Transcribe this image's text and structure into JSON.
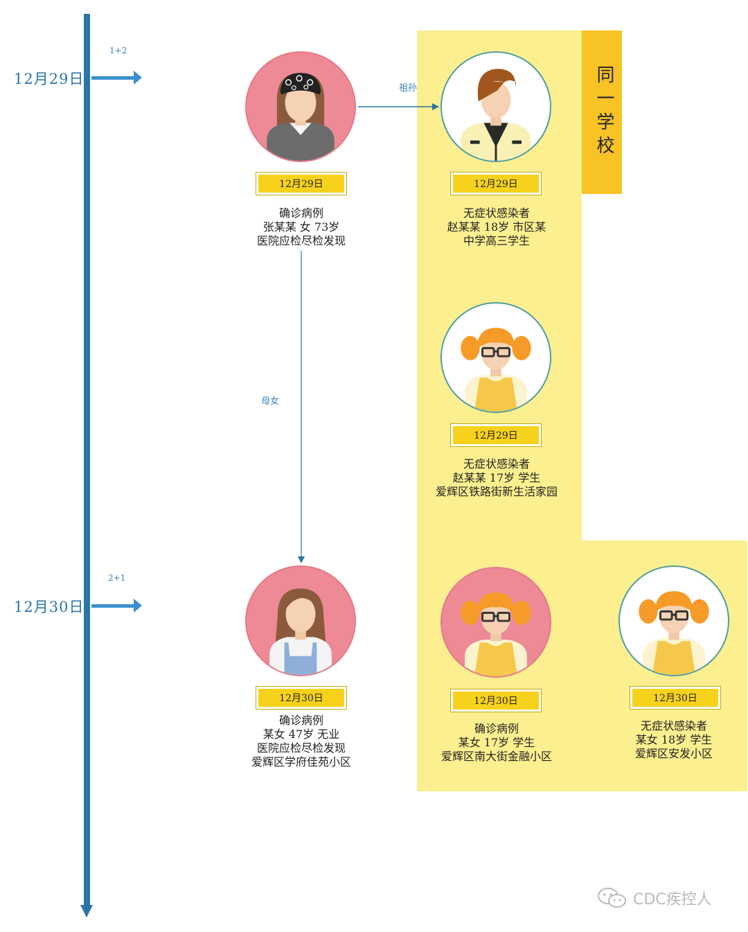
{
  "timeline": {
    "dates": [
      "12月29日",
      "12月30日"
    ],
    "ratios": [
      "1+2",
      "2+1"
    ]
  },
  "region": {
    "label": "同一学校"
  },
  "connections": {
    "grandparent_grandchild": "祖孙",
    "mother_daughter": "母女"
  },
  "people": [
    {
      "date": "12月29日",
      "lines": [
        "确诊病例",
        "张某某  女  73岁",
        "医院应检尽检发现"
      ],
      "avatar": "elderly-woman-headscarf-icon"
    },
    {
      "date": "12月29日",
      "lines": [
        "无症状感染者",
        "赵某某  18岁  市区某",
        "中学高三学生"
      ],
      "avatar": "teen-boy-icon"
    },
    {
      "date": "12月29日",
      "lines": [
        "无症状感染者",
        "赵某某  17岁  学生",
        "爱辉区铁路街新生活家园"
      ],
      "avatar": "girl-glasses-icon"
    },
    {
      "date": "12月30日",
      "lines": [
        "确诊病例",
        "某女  47岁  无业",
        "医院应检尽检发现",
        "爱辉区学府佳苑小区"
      ],
      "avatar": "woman-overalls-icon"
    },
    {
      "date": "12月30日",
      "lines": [
        "确诊病例",
        "某女  17岁  学生",
        "爱辉区南大街金融小区"
      ],
      "avatar": "girl-glasses-icon"
    },
    {
      "date": "12月30日",
      "lines": [
        "无症状感染者",
        "某女  18岁  学生",
        "爱辉区安发小区"
      ],
      "avatar": "girl-glasses-icon"
    }
  ],
  "watermark": {
    "text": "CDC疾控人",
    "icon": "wechat-icon"
  },
  "colors": {
    "timeline": "#2a74a8",
    "yellow_region": "#fbef8f",
    "school_tab": "#f7c325",
    "date_box": "#f7d21c",
    "pink_avatar": "#ed8a96"
  }
}
